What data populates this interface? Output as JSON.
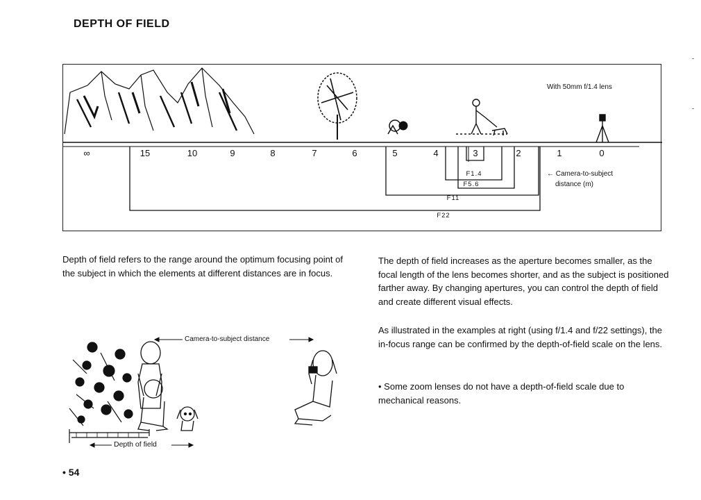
{
  "page": {
    "title": "DEPTH OF FIELD",
    "page_number": "54",
    "bullet": "•"
  },
  "figure": {
    "lens_note": "With 50mm f/1.4 lens",
    "scale_numbers": [
      "∞",
      "15",
      "10",
      "9",
      "8",
      "7",
      "6",
      "5",
      "4",
      "3",
      "2",
      "1",
      "0"
    ],
    "aperture_labels": [
      "F1.4",
      "F5.6",
      "F11",
      "F22"
    ],
    "distance_caption_line1": "← Camera-to-subject",
    "distance_caption_line2": "distance (m)"
  },
  "text": {
    "left_paragraph": "Depth of field refers to the range around the optimum focusing point of the subject in which the elements at different distances are in focus.",
    "right_paragraph_1": "The depth of field increases as the aperture becomes smaller, as the focal length of the lens becomes shorter, and as the subject is positioned farther away. By changing apertures, you can control the depth of field and create different visual effects.",
    "right_paragraph_2": "As illustrated in the examples at right (using f/1.4 and f/22 settings), the in-focus range can be confirmed by the depth-of-field scale on the lens.",
    "right_paragraph_3": "• Some zoom lenses do not have a depth-of-field scale due to mechanical reasons."
  },
  "illustration": {
    "camera_to_subject_label": "Camera-to-subject distance",
    "depth_of_field_label": "Depth of field"
  }
}
